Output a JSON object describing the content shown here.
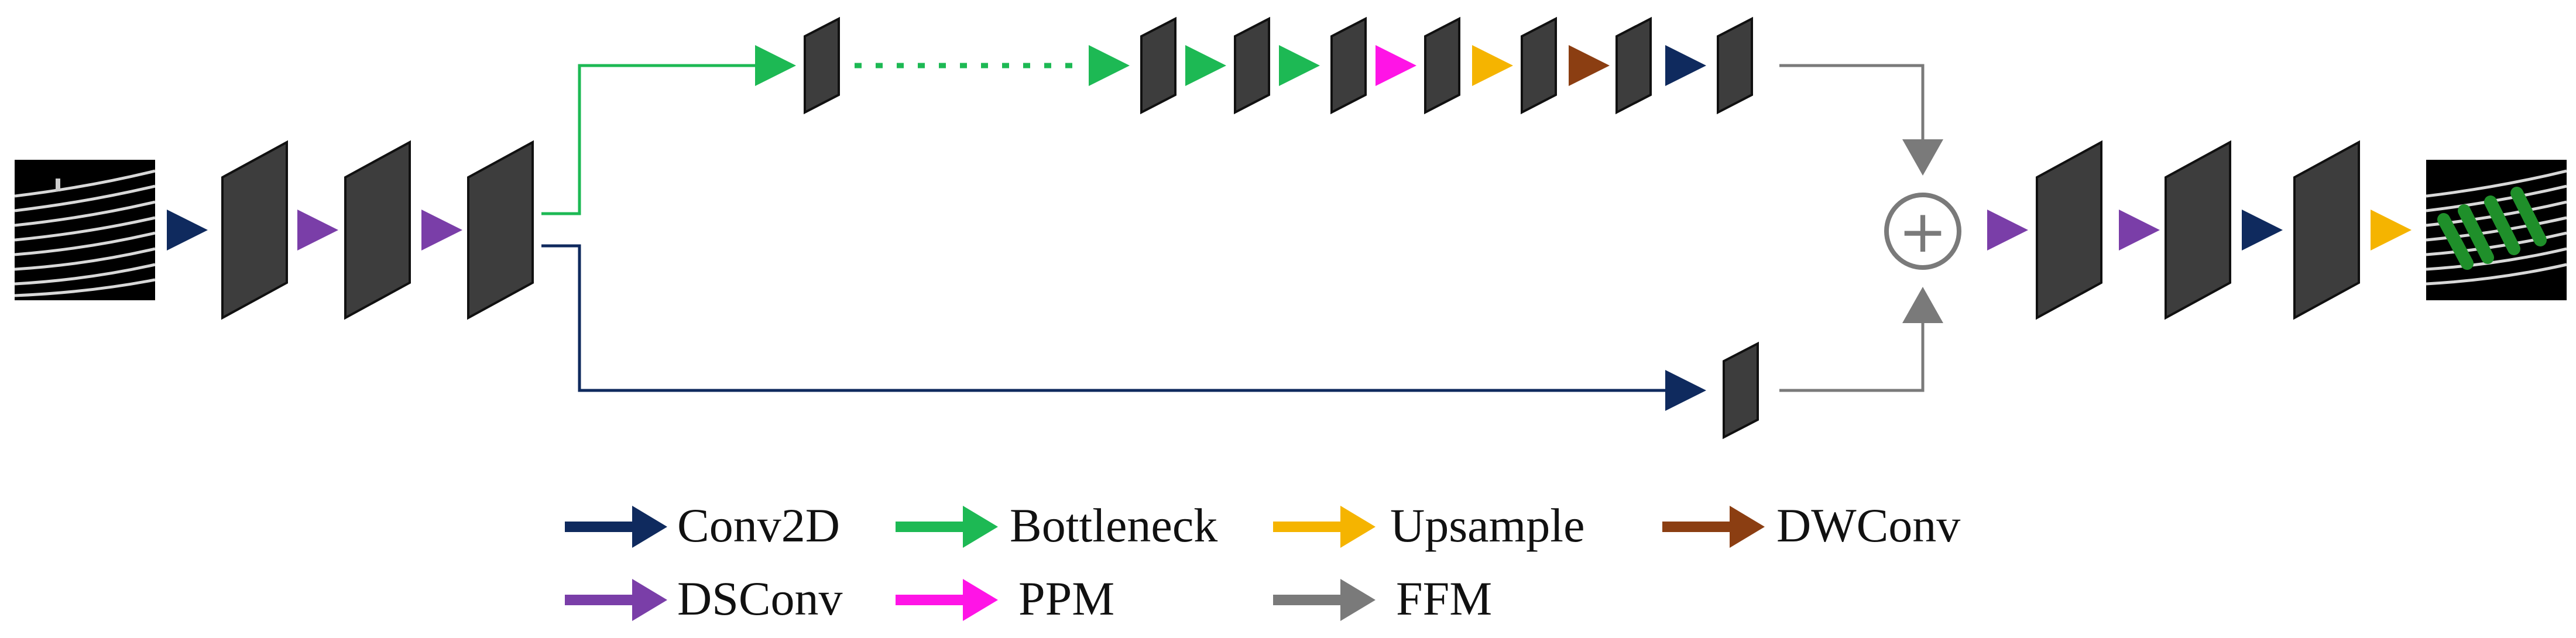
{
  "colors": {
    "conv2d": "#0f2a5e",
    "bottleneck": "#1db954",
    "upsample": "#f5b400",
    "dwconv": "#8b3e12",
    "dsconv": "#7a3ea8",
    "ppm": "#ff14e6",
    "ffm": "#7a7a7a",
    "block_fill": "#3d3d3d",
    "block_stroke": "#111111"
  },
  "legend": {
    "conv2d": "Conv2D",
    "bottleneck": "Bottleneck",
    "upsample": "Upsample",
    "dwconv": "DWConv",
    "dsconv": "DSConv",
    "ppm": "PPM",
    "ffm": "FFM"
  },
  "fusion_symbol": "+",
  "input_image": "lane-input-image",
  "output_image": "lane-output-image"
}
